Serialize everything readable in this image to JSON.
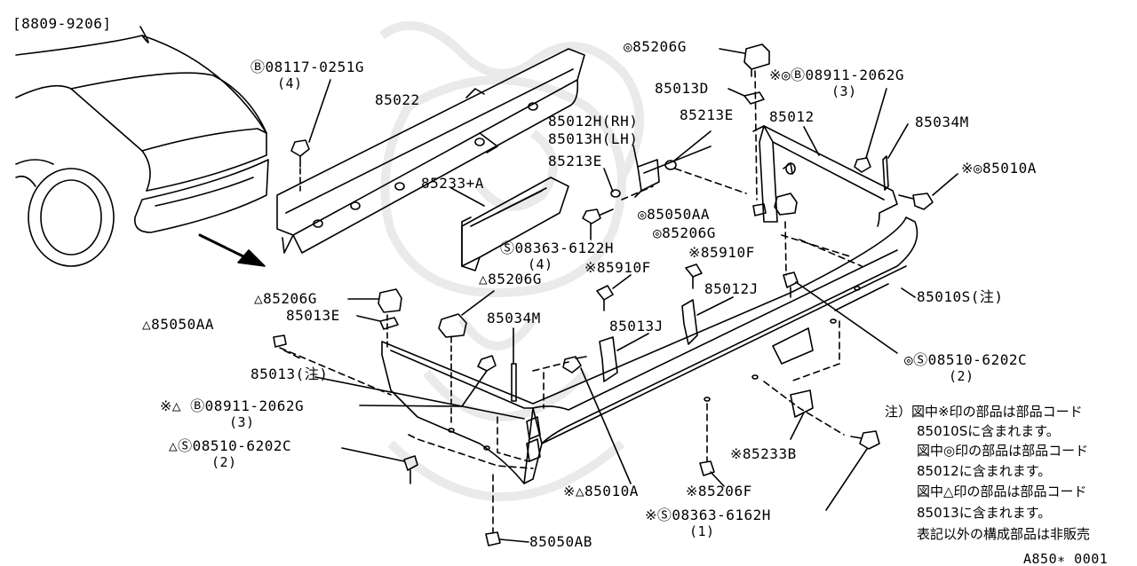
{
  "diagram": {
    "date_range": "[8809-9206]",
    "catalog_code": "A850∗ 0001",
    "watermark": "crest-watermark"
  },
  "labels": {
    "bolt_08117": "Ⓑ08117-0251G",
    "qty_4a": "(4)",
    "reinforce_85022": "85022",
    "absorber_85233a": "85233+A",
    "screw_08363_6122": "Ⓢ08363-6122H",
    "qty_4b": "(4)",
    "retainer_85206g_tri_left": "△85206G",
    "bracket_85013e": "85013E",
    "clip_85050aa_tri": "△85050AA",
    "retainer_85206g_tri_mid": "△85206G",
    "side_85034m_left": "85034M",
    "bumper_85013": "85013(注)",
    "bolt_08911_tri": "※△ Ⓑ08911-2062G",
    "qty_3a": "(3)",
    "screw_08510_tri": "△Ⓢ08510-6202C",
    "qty_2a": "(2)",
    "clip_85050ab": "85050AB",
    "retainer_85206g_top": "◎85206G",
    "bracket_85013d": "85013D",
    "bolt_08911_circ": "※◎Ⓑ08911-2062G",
    "qty_3b": "(3)",
    "bracket_85012h": "85012H(RH)",
    "bracket_85013h": "85013H(LH)",
    "washer_85213e_a": "85213E",
    "washer_85213e_b": "85213E",
    "cover_85012": "85012",
    "side_85034m_right": "85034M",
    "bolt_85010a_circ": "※◎85010A",
    "clip_85050aa_circ": "◎85050AA",
    "retainer_85206g_circ": "◎85206G",
    "clip_85910f_a": "※85910F",
    "clip_85910f_b": "※85910F",
    "bracket_85012j": "85012J",
    "bracket_85013j": "85013J",
    "bumper_assy_85010s": "85010S(注)",
    "screw_08510_circ": "◎Ⓢ08510-6202C",
    "qty_2b": "(2)",
    "bracket_85233b": "※85233B",
    "bolt_85010a_tri": "※△85010A",
    "retainer_85206f": "※85206F",
    "screw_08363_6162": "※Ⓢ08363-6162H",
    "qty_1": "(1)"
  },
  "notes": {
    "line1": "注）図中※印の部品は部品コード",
    "line2": "85010Sに含まれます。",
    "line3": "図中◎印の部品は部品コード",
    "line4": "85012に含まれます。",
    "line5": "図中△印の部品は部品コード",
    "line6": "85013に含まれます。",
    "line7": "表記以外の構成部品は非販売"
  }
}
